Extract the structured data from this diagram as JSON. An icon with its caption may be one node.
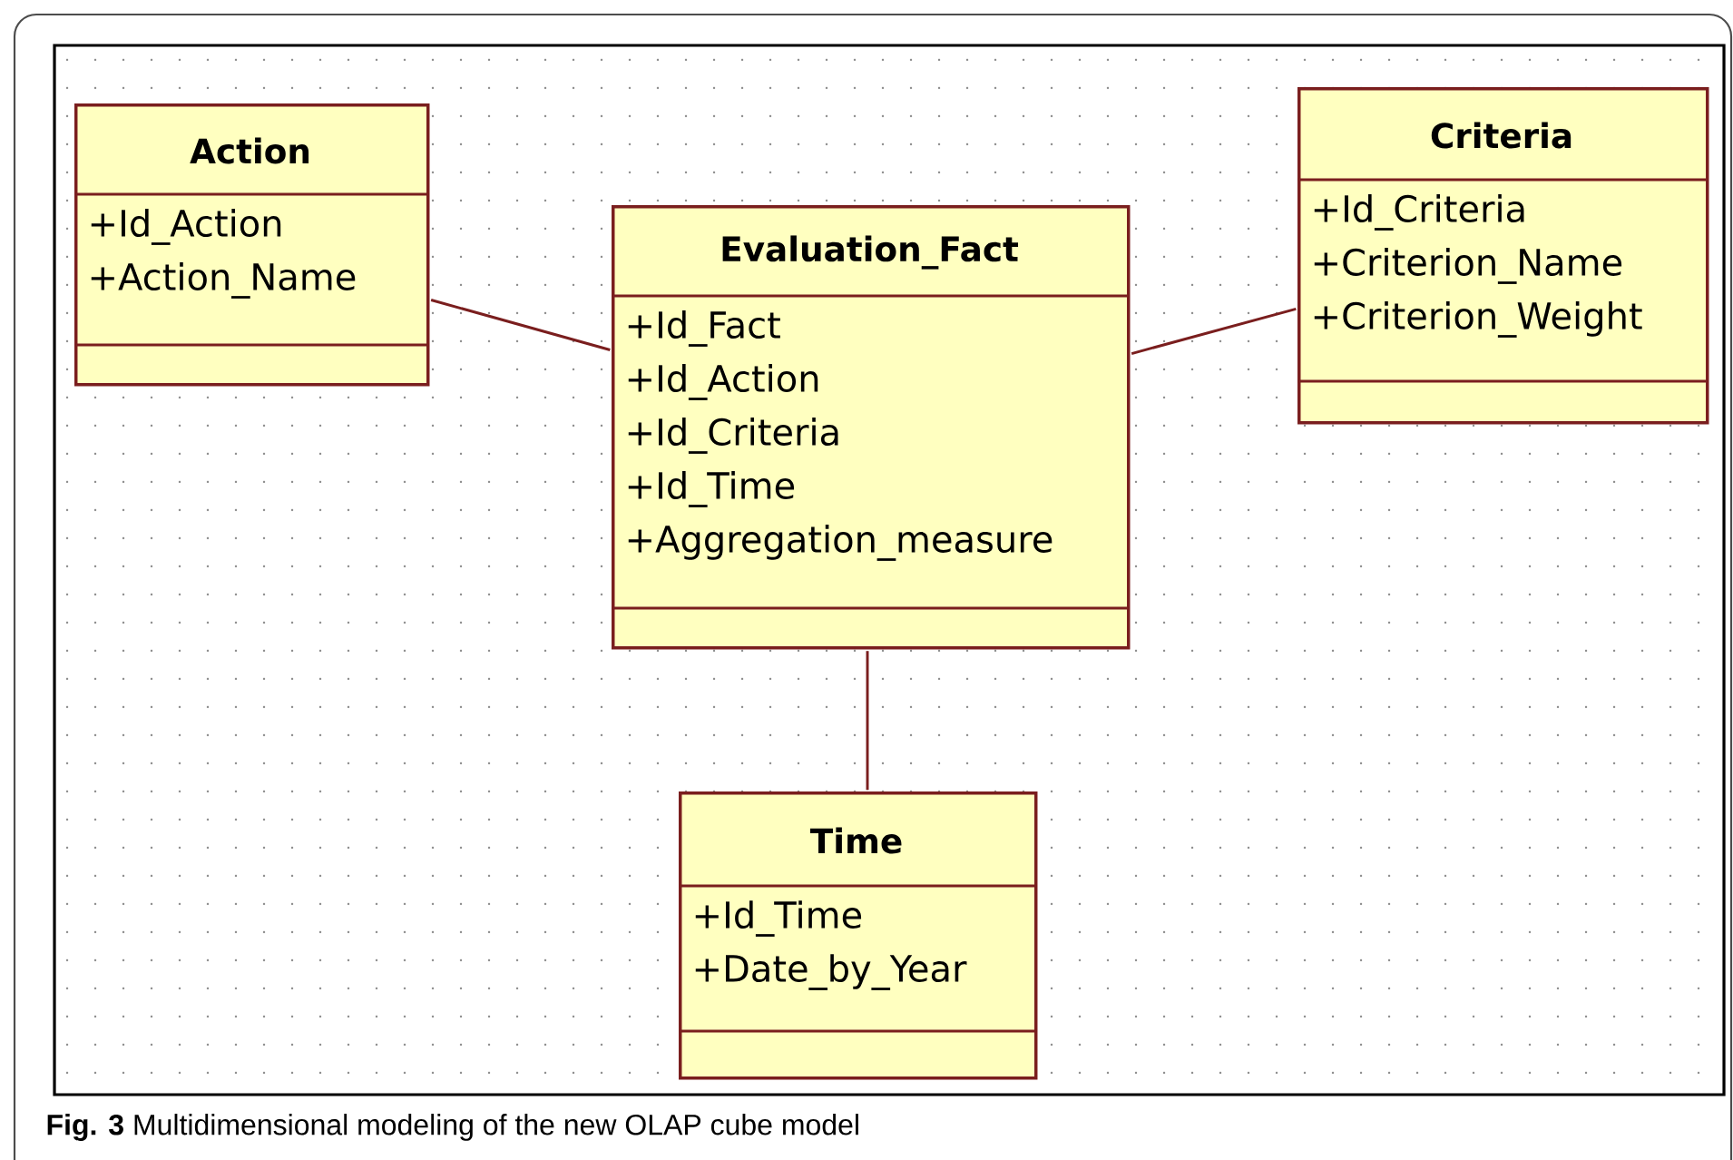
{
  "diagram": {
    "caption": "**Fig. 3** Multidimensional modeling of the new OLAP cube model",
    "nodes": [
      {
        "text": [
          "Action",
          "+Id_Action",
          "+Action_Name"
        ]
      },
      {
        "text": [
          "Evaluation_Fact",
          "+Id_Fact",
          "+Id_Action",
          "+Id_Criteria",
          "+Id_Time",
          "+Aggregation_measure"
        ]
      },
      {
        "text": [
          "Criteria",
          "+Id_Criteria",
          "+Criterion_Name",
          "+Criterion_Weight"
        ]
      },
      {
        "text": [
          "Time",
          "+Id_Time",
          "+Date_by_Year"
        ]
      }
    ],
    "edges": [
      {
        "from": 0,
        "to": 1,
        "arrow": "none"
      },
      {
        "from": 1,
        "to": 2,
        "arrow": "none"
      },
      {
        "from": 1,
        "to": 3,
        "arrow": "none"
      }
    ]
  }
}
